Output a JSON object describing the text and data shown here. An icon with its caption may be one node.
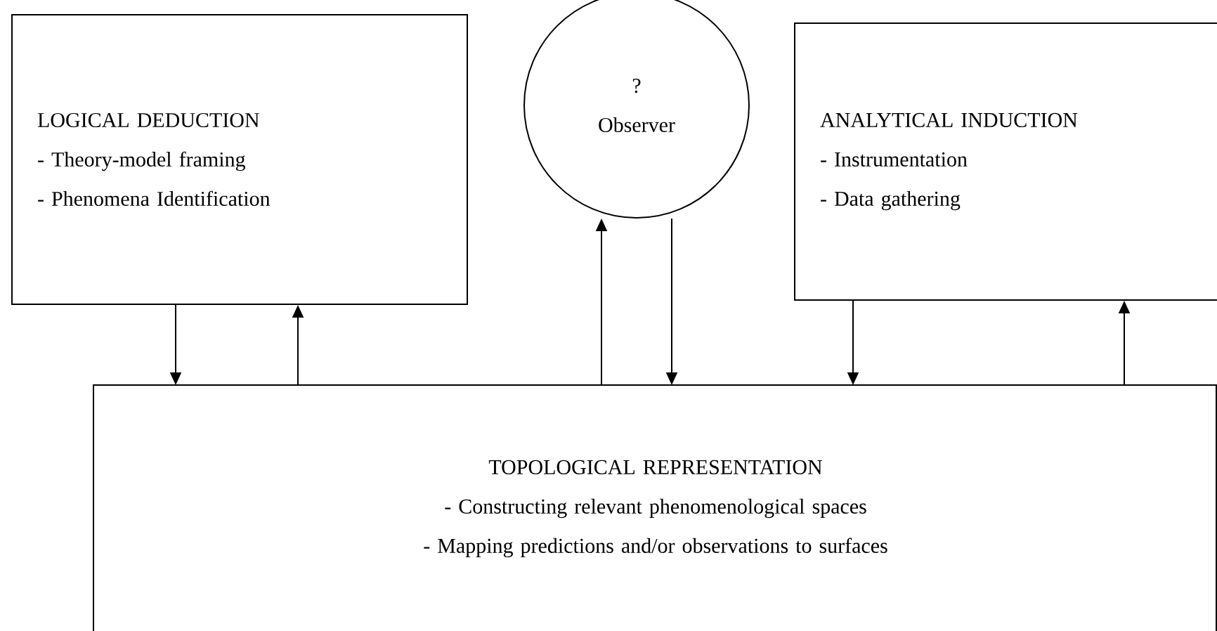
{
  "diagram": {
    "nodes": [
      {
        "text": [
          "LOGICAL DEDUCTION",
          "- Theory-model framing",
          "- Phenomena Identification"
        ]
      },
      {
        "text": [
          "?",
          "Observer"
        ]
      },
      {
        "text": [
          "ANALYTICAL INDUCTION",
          "- Instrumentation",
          "- Data gathering"
        ]
      },
      {
        "text": [
          "TOPOLOGICAL REPRESENTATION",
          "- Constructing relevant phenomenological spaces",
          "- Mapping predictions and/or observations to surfaces"
        ]
      }
    ],
    "edges": [
      {
        "from": 0,
        "to": 3,
        "arrow": "to"
      },
      {
        "from": 3,
        "to": 0,
        "arrow": "to"
      },
      {
        "from": 3,
        "to": 1,
        "arrow": "to"
      },
      {
        "from": 1,
        "to": 3,
        "arrow": "to"
      },
      {
        "from": 2,
        "to": 3,
        "arrow": "to"
      },
      {
        "from": 3,
        "to": 2,
        "arrow": "to"
      }
    ]
  }
}
